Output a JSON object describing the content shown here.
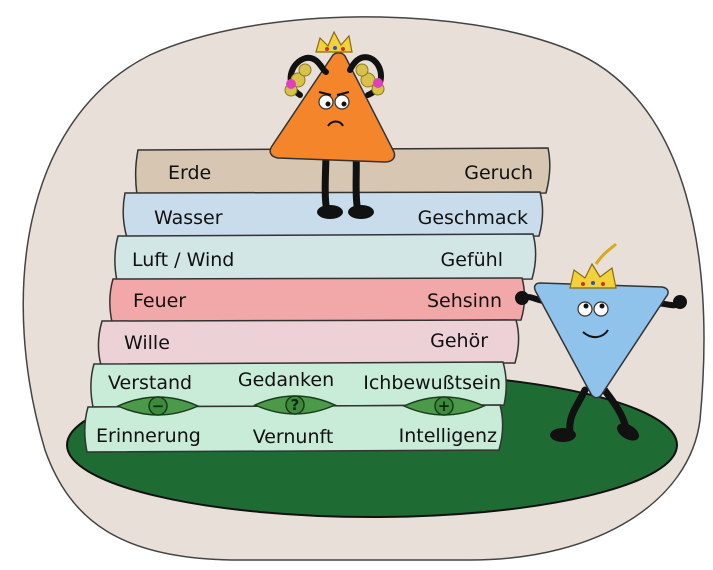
{
  "colors": {
    "background_blob": "#e8e0d8",
    "ground": "#1e6b34",
    "book_earth": "#d6c6b2",
    "book_water": "#c9dcec",
    "book_air": "#d2e6e6",
    "book_fire": "#f2a8a8",
    "book_will": "#ecd2d6",
    "book_mind": "#c8ecd8",
    "eye": "#4a9a4a",
    "female_triangle": "#f5852a",
    "male_triangle": "#8fc3ec",
    "crown": "#f2d23a"
  },
  "stack": {
    "earth": {
      "left": "Erde",
      "right": "Geruch"
    },
    "water": {
      "left": "Wasser",
      "right": "Geschmack"
    },
    "air": {
      "left": "Luft / Wind",
      "right": "Gefühl"
    },
    "fire": {
      "left": "Feuer",
      "right": "Sehsinn"
    },
    "will": {
      "left": "Wille",
      "right": "Gehör"
    },
    "mind_top": {
      "left": "Verstand",
      "center": "Gedanken",
      "right": "Ichbewußtsein"
    },
    "mind_bottom": {
      "left": "Erinnerung",
      "center": "Vernunft",
      "right": "Intelligenz"
    },
    "eyes": [
      {
        "symbol": "−",
        "icon": "minus-eye-icon"
      },
      {
        "symbol": "?",
        "icon": "question-eye-icon"
      },
      {
        "symbol": "+",
        "icon": "plus-eye-icon"
      }
    ]
  }
}
